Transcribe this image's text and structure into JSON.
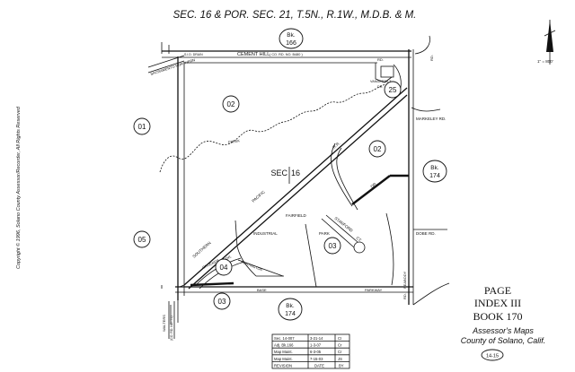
{
  "title": "SEC. 16 & POR. SEC. 21, T.5N., R.1W., M.D.B. & M.",
  "copyright": "Copyright © 1996,  Solano County Assessor/Recorder, All Rights Reserved",
  "book_refs": {
    "top": [
      "Bk.",
      "166"
    ],
    "right": [
      "Bk.",
      "174"
    ],
    "bottom": [
      "Bk.",
      "174"
    ]
  },
  "parcels": [
    "01",
    "02",
    "02",
    "05",
    "03",
    "04",
    "03",
    "25"
  ],
  "section_label": {
    "prefix": "SEC",
    "number": "16"
  },
  "street_labels": {
    "cement_hill": "CEMENT     HILL",
    "road_note": "( CO. RD. NO. B480 )",
    "sacramento": "SACRAMENTO    NORTHERN",
    "markeley": "MARKELEY RD.",
    "dobe": "DOBE RD.",
    "base": "BASE",
    "parkway": "PARKWAY",
    "southern": "SOUTHERN",
    "pacific": "PACIFIC",
    "rr": "R.R.",
    "dr": "DR.",
    "vanderbilt": "VANDERBILT",
    "vanderbilt_dr": "DR.",
    "crocker": "CROCKER",
    "dr2": "DR.",
    "huntington": "HUNTINGTON",
    "stanford": "STANFORD",
    "ct": "CT.",
    "industrial": "INDUSTRIAL",
    "fairfield": "FAIRFIELD",
    "park": "PARK",
    "creek": "CREEK",
    "ms_drain": "S.I.D. DRAIN",
    "walters": "WALTERS",
    "walters_note": "(CO. RD. NO. 71)",
    "peabody": "PEABODY",
    "peabody_note": "RD.",
    "rd_top": "RD.",
    "rd_right": "RD."
  },
  "scale": "1\" = 800'",
  "page_info": {
    "page": "PAGE",
    "index": "INDEX III",
    "book": "BOOK 170"
  },
  "agency": [
    "Assessor's Maps",
    "County of Solano, Calif."
  ],
  "revisions": {
    "rows": [
      {
        "desc": "Sec. 14-007",
        "date": "3-21-14",
        "by": "CI"
      },
      {
        "desc": "Adj. Bk.166",
        "date": "1-3-07",
        "by": "Cr"
      },
      {
        "desc": "Map Maint.",
        "date": "6-3-05",
        "by": "Cr"
      },
      {
        "desc": "Map Maint.",
        "date": "7-15-03",
        "by": "JS"
      }
    ],
    "header": {
      "desc": "REVISION",
      "date": "DATE",
      "by": "BY"
    }
  },
  "page_badge": "14-15"
}
